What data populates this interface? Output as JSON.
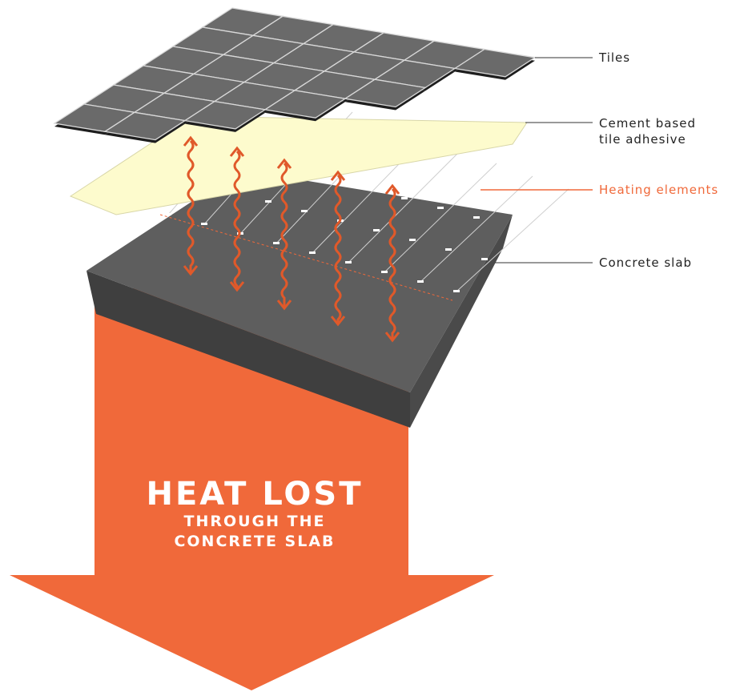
{
  "labels": {
    "tiles": "Tiles",
    "adhesive_line1": "Cement based",
    "adhesive_line2": "tile adhesive",
    "heating": "Heating elements",
    "slab": "Concrete slab"
  },
  "arrow_text": {
    "title": "HEAT LOST",
    "line1": "THROUGH THE",
    "line2": "CONCRETE SLAB"
  },
  "colors": {
    "orange": "#f0693a",
    "tile": "#6a6a6a",
    "adhesive": "#fdfbcd",
    "slab_top": "#5e5e5e",
    "slab_side": "#3f3f3f",
    "heat_wave": "#e0592a"
  }
}
